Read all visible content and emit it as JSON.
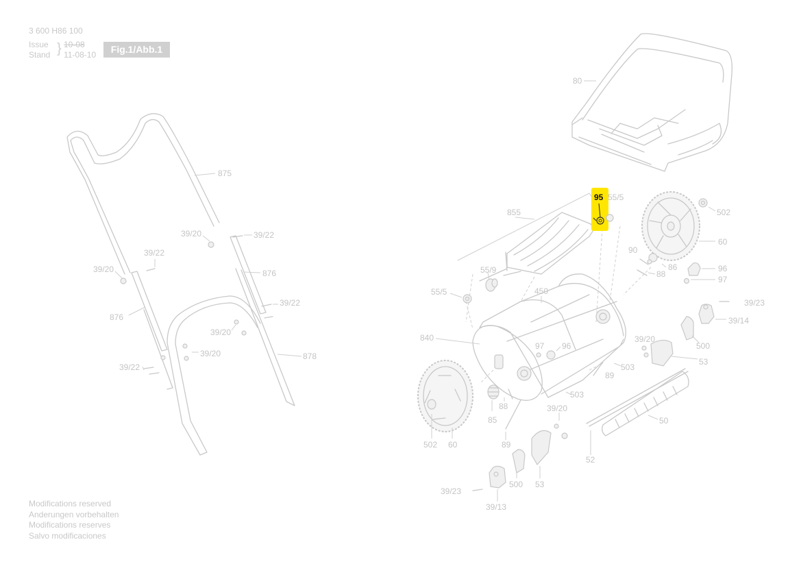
{
  "header": {
    "part_number": "3 600 H86 100",
    "issue_label": "Issue",
    "stand_label": "Stand",
    "issue_date": "10-08",
    "stand_date": "11-08-10",
    "figure_label": "Fig.1/Abb.1"
  },
  "footer": {
    "lines": [
      "Modifications reserved",
      "Anderungen vorbehalten",
      "Modifications reserves",
      "Salvo modificaciones"
    ]
  },
  "highlight": {
    "label": "95",
    "color": "#ffe600"
  },
  "callouts": {
    "c875": "875",
    "c39_20_a": "39/20",
    "c39_22_a": "39/22",
    "c39_22_b": "39/22",
    "c39_20_b": "39/20",
    "c876_a": "876",
    "c876_b": "876",
    "c39_22_c": "39/22",
    "c39_20_c": "39/20",
    "c39_20_d": "39/20",
    "c878": "878",
    "c39_22_d": "39/22",
    "c80": "80",
    "c855": "855",
    "c55_5_a": "55/5",
    "c502_a": "502",
    "c60_a": "60",
    "c90": "90",
    "c86": "86",
    "c88_a": "88",
    "c96_a": "96",
    "c97_a": "97",
    "c55_9": "55/9",
    "c55_5_b": "55/5",
    "c450": "450",
    "c39_23_a": "39/23",
    "c39_14": "39/14",
    "c840": "840",
    "c97_b": "97",
    "c96_b": "96",
    "c39_20_e": "39/20",
    "c500_a": "500",
    "c53_a": "53",
    "c503_a": "503",
    "c89_a": "89",
    "c503_b": "503",
    "c88_b": "88",
    "c85": "85",
    "c39_20_f": "39/20",
    "c50": "50",
    "c502_b": "502",
    "c60_b": "60",
    "c89_b": "89",
    "c52": "52",
    "c500_b": "500",
    "c53_b": "53",
    "c39_23_b": "39/23",
    "c39_13": "39/13"
  }
}
